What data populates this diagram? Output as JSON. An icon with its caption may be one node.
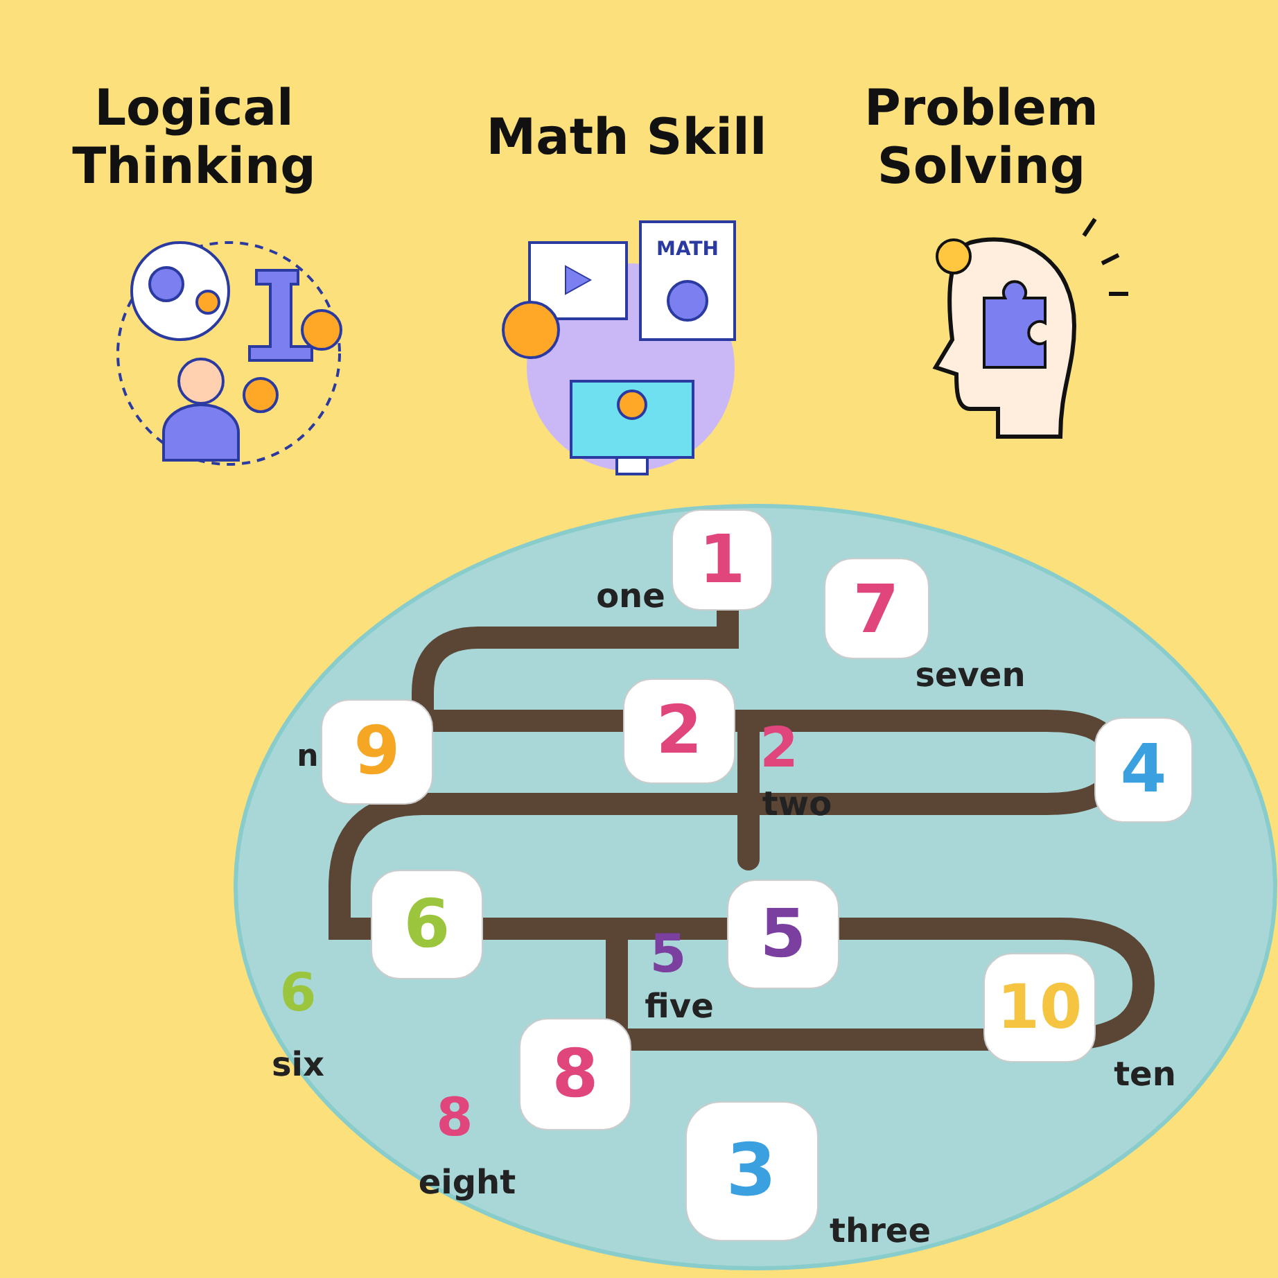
{
  "diagram": {
    "labels": [
      "Logical Thinking",
      "Math Skill",
      "Problem Solving",
      "MATH",
      "1",
      "7",
      "one",
      "seven",
      "9",
      "2",
      "2",
      "n",
      "4",
      "two",
      "6",
      "5",
      "5",
      "6",
      "10",
      "five",
      "six",
      "ten",
      "8",
      "8",
      "3",
      "eight",
      "three"
    ]
  }
}
